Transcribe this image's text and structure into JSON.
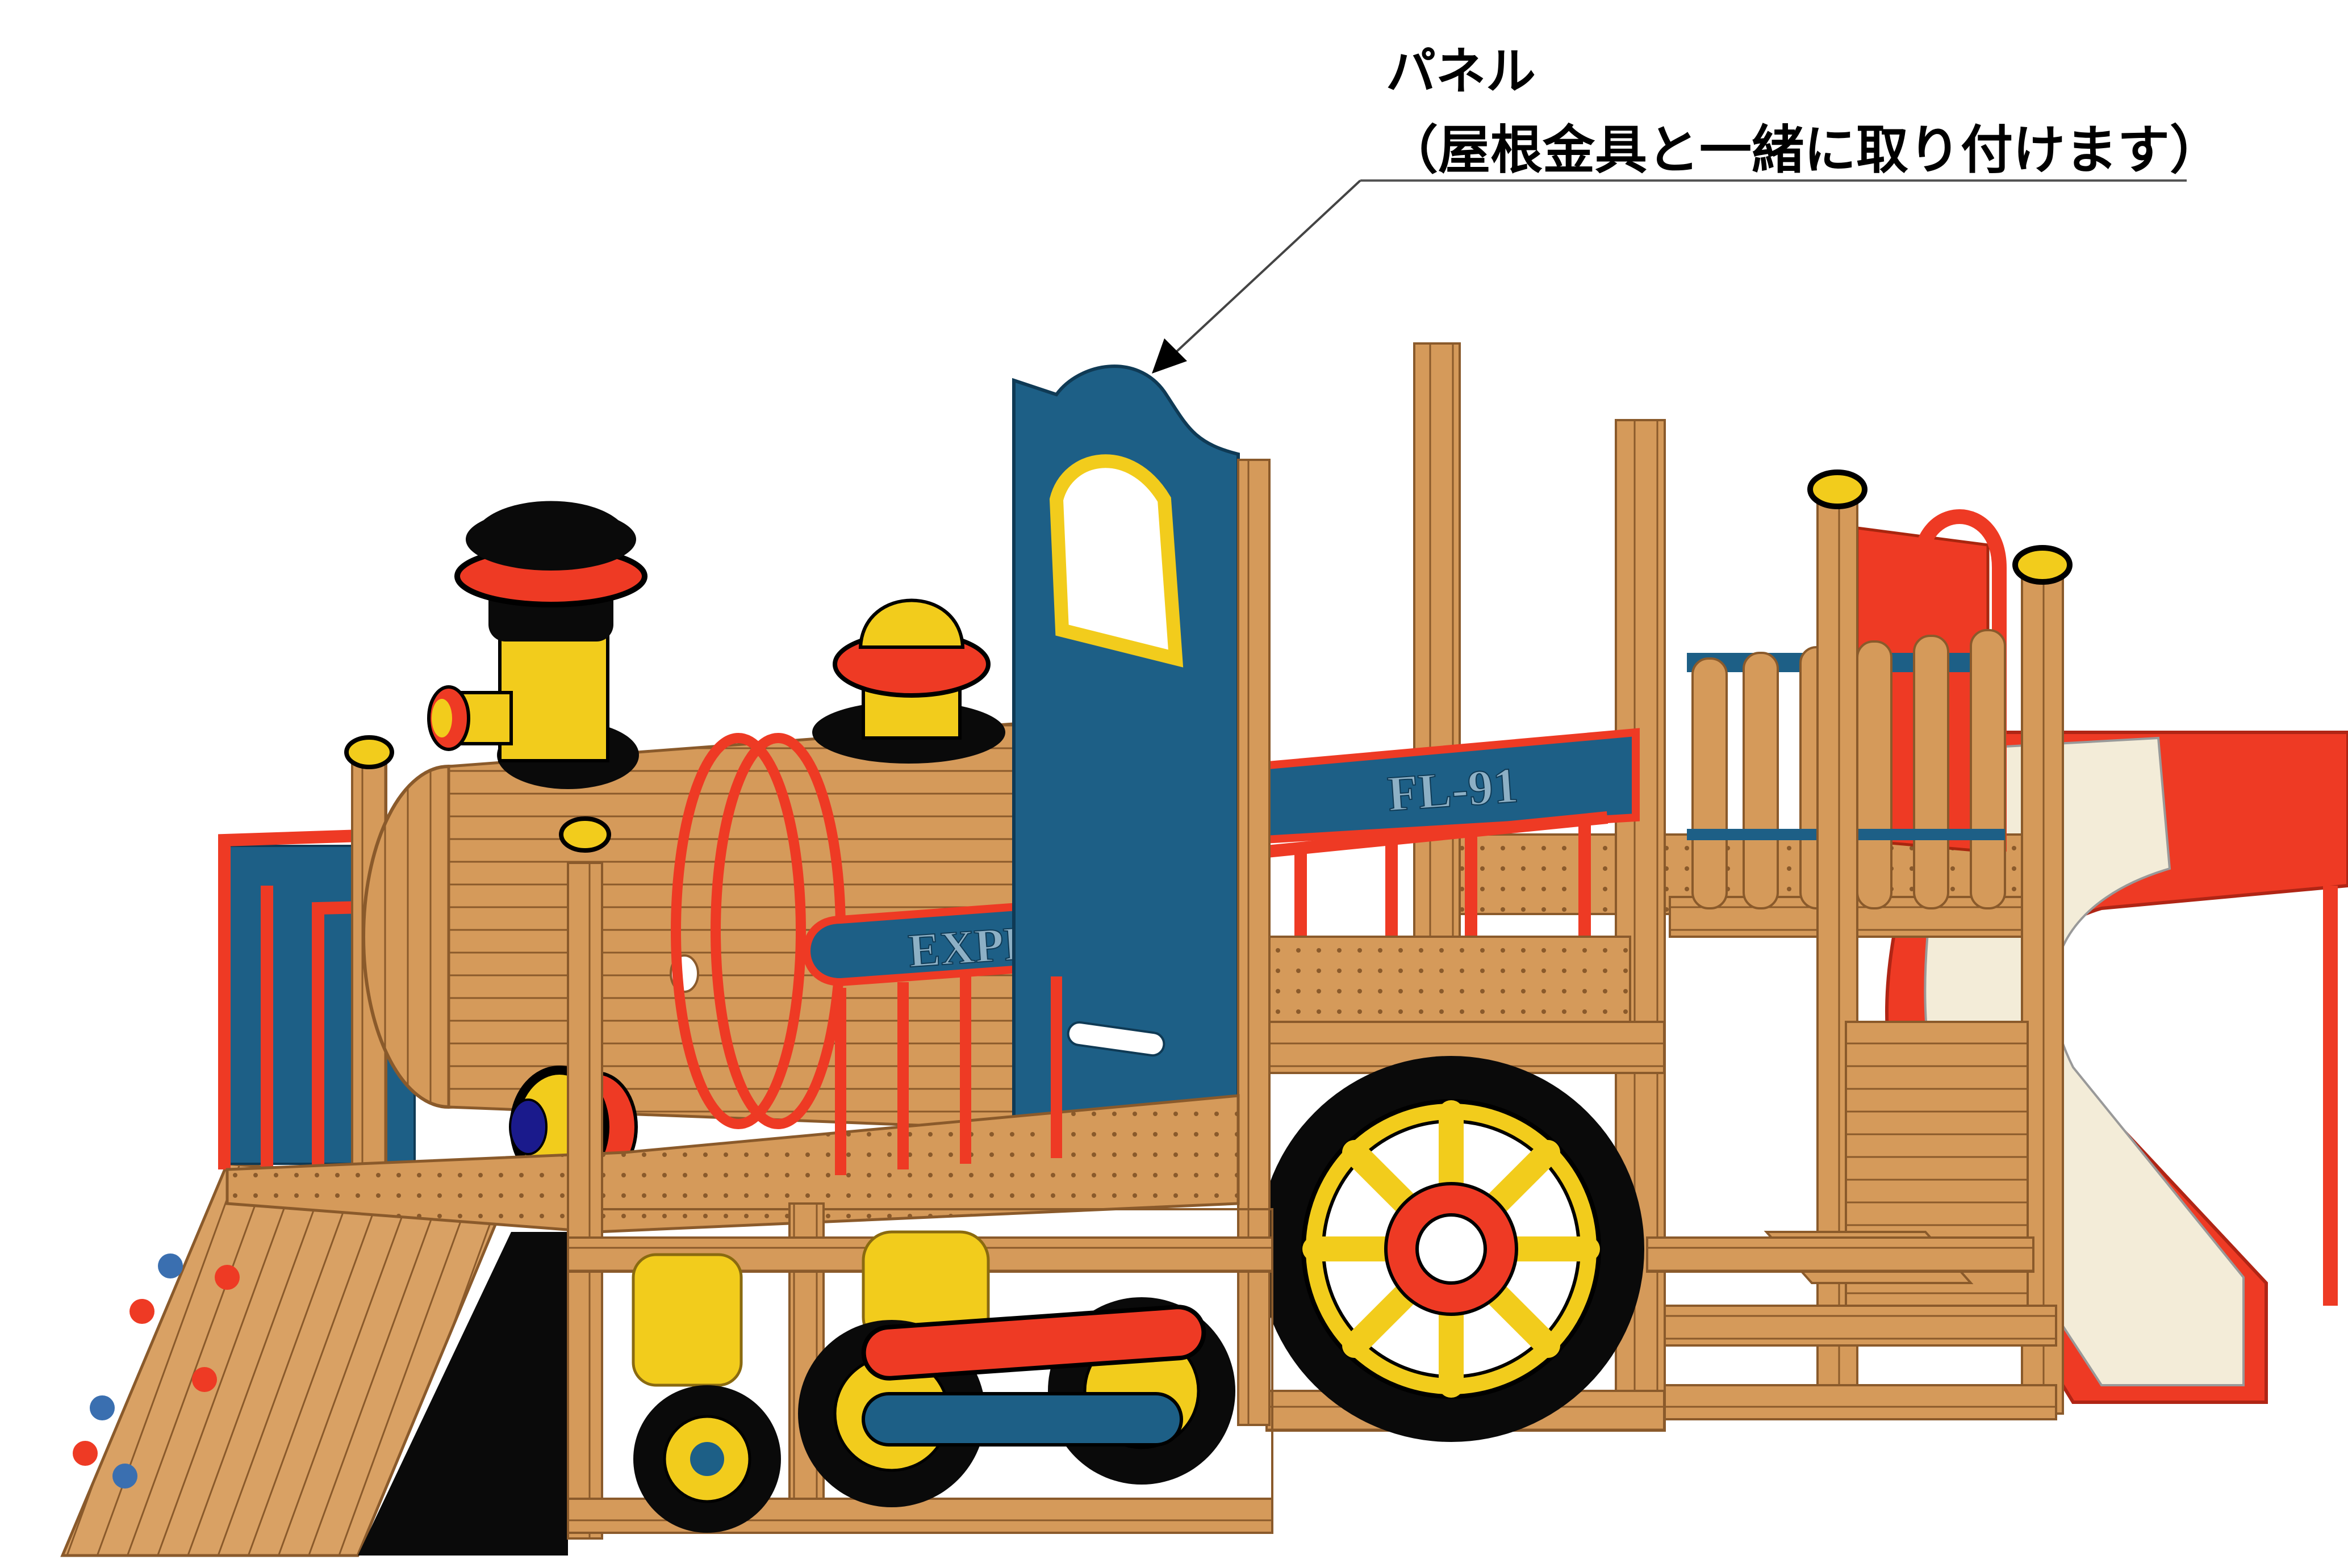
{
  "callout": {
    "line1": "パネル",
    "line2": "（屋根金具と一緒に取り付けます）"
  },
  "labels": {
    "express": "EXPRESS",
    "model": "FL-91"
  },
  "colors": {
    "wood": "#d59a5a",
    "wood_dark": "#b9783c",
    "wood_line": "#8a5a2b",
    "blue": "#1d5f86",
    "red": "#ee3a24",
    "yellow": "#f2cc1c",
    "black": "#0a0a0a",
    "slide_inner": "#f3ecd8"
  }
}
